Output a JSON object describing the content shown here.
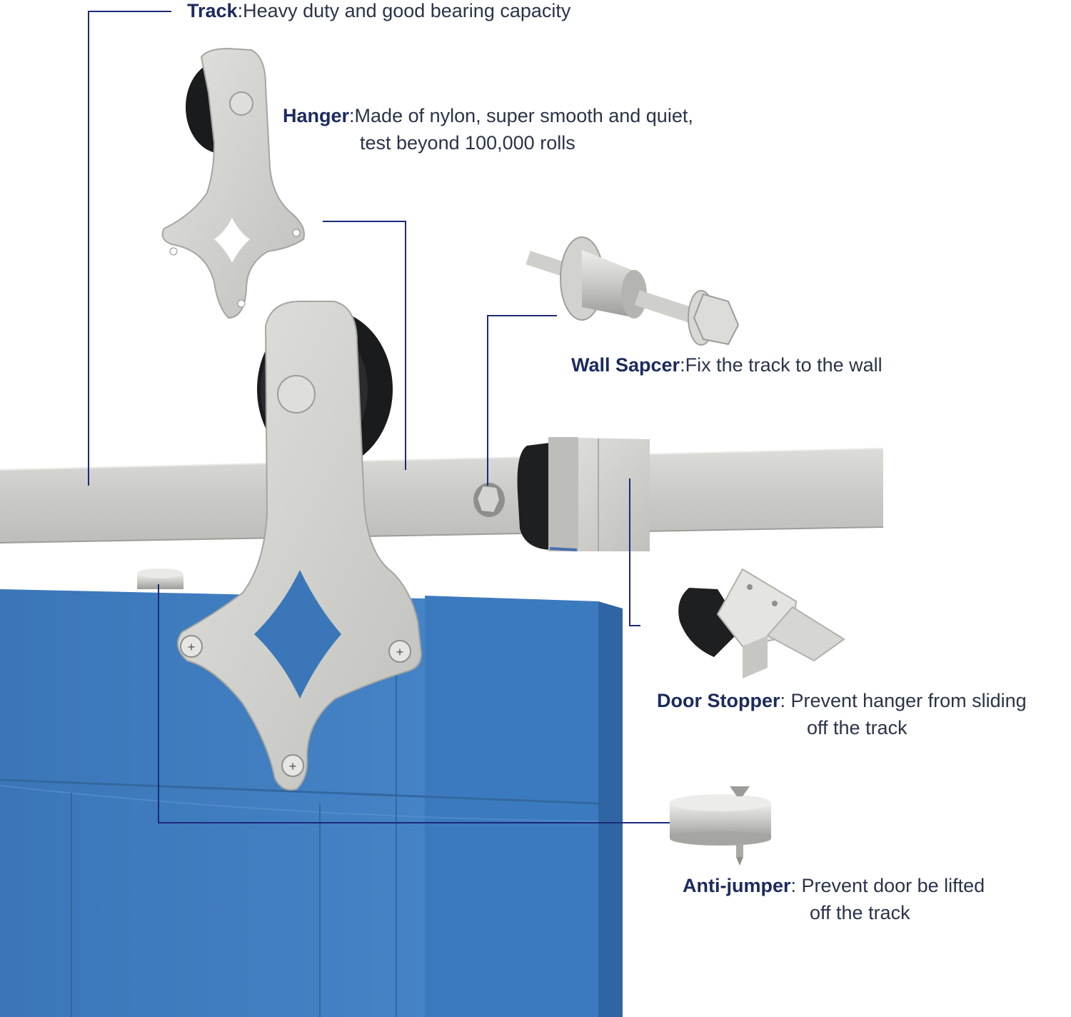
{
  "colors": {
    "door": "#3f7cc0",
    "door_dark": "#35699f",
    "metal": "#cfcfcb",
    "metal_dark": "#a9a9a5",
    "rubber": "#1e1f21",
    "leader": "#1c2a7a",
    "label_name": "#1c2a5e",
    "label_text": "#2a3348"
  },
  "icons": [
    "hanger-icon",
    "wheel-icon",
    "wall-spacer-icon",
    "bolt-icon",
    "door-stopper-icon",
    "anti-jumper-icon",
    "screw-icon"
  ],
  "labels": {
    "track": {
      "name": "Track",
      "desc": "Heavy duty and good bearing capacity"
    },
    "hanger": {
      "name": "Hanger",
      "desc": "Made of nylon, super smooth and quiet,",
      "desc2": "test beyond 100,000 rolls"
    },
    "spacer": {
      "name": "Wall Sapcer",
      "desc": "Fix the track to the wall"
    },
    "stopper": {
      "name": "Door Stopper",
      "desc": " Prevent hanger from sliding",
      "desc2": "off the track"
    },
    "anti": {
      "name": "Anti-jumper",
      "desc": " Prevent door be lifted",
      "desc2": "off the track"
    }
  }
}
